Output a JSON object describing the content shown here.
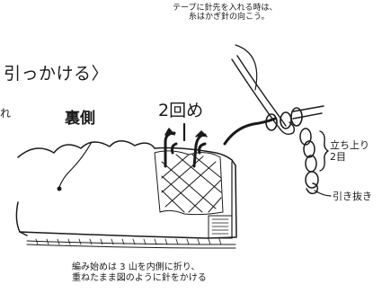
{
  "annotations": {
    "tape_note": [
      "テープに針先を入れる時は、",
      "糸はかぎ針の向こう。"
    ],
    "heading_fragment": "引っかける〉",
    "left_fragment": "れ",
    "back_side": "裏側",
    "round_two": "2回め",
    "rise_stitch": [
      "立ち上り",
      "2目"
    ],
    "slip_stitch": "引き抜き",
    "bottom_note": [
      "編み始めは 3 山を内側に折り、",
      "重ねたまま図のように針をかける"
    ]
  },
  "colors": {
    "ink": "#1a1a1a",
    "paper": "#ffffff"
  }
}
